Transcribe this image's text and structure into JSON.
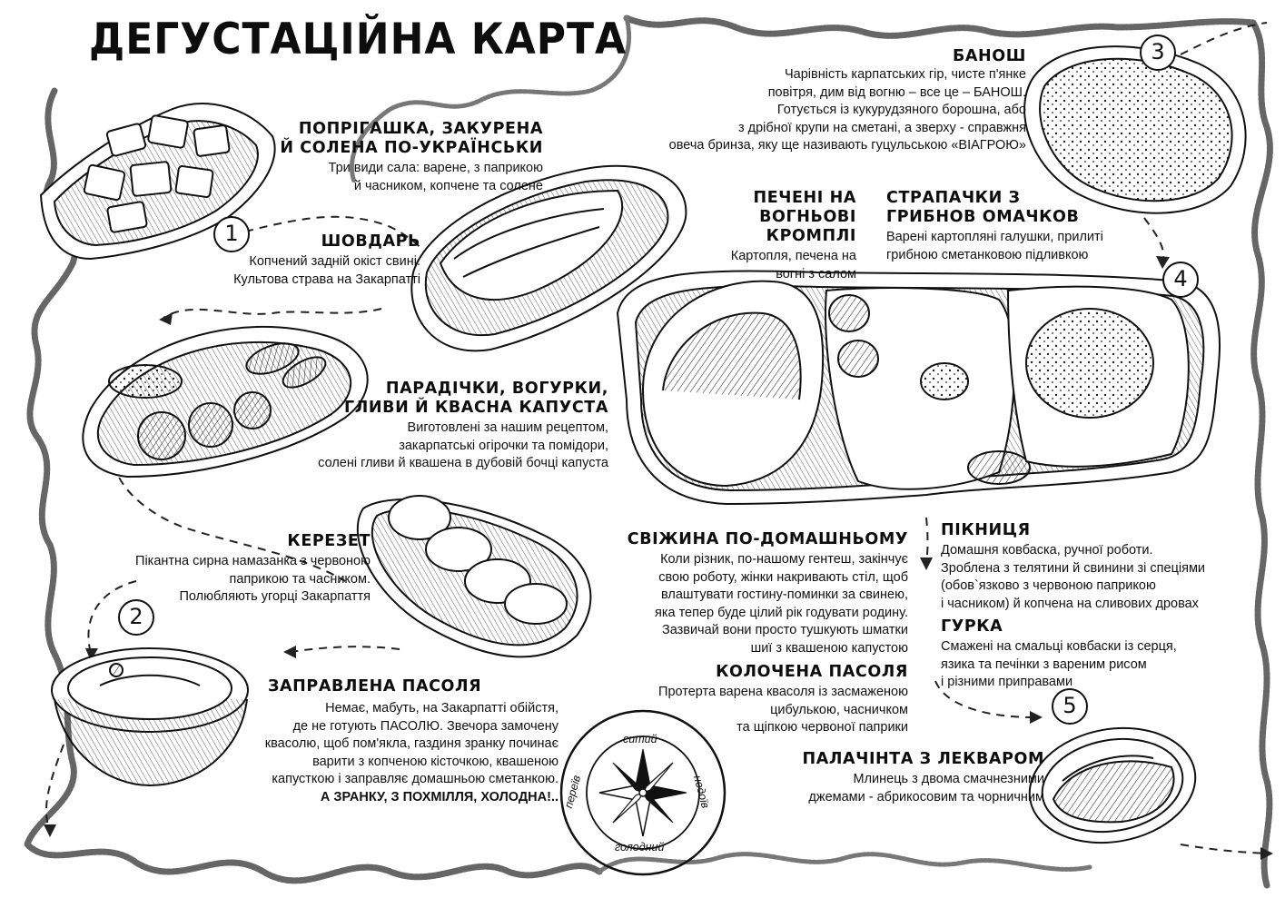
{
  "title": "ДЕГУСТАЦІЙНА КАРТА",
  "dishes": {
    "poprigashka": {
      "name_1": "ПОПРІГАШКА, ЗАКУРЕНА",
      "name_2": "Й СОЛЕНА ПО-УКРАЇНСЬКИ",
      "desc": "Три види сала: варене, з паприкою\nй часником, копчене та солене"
    },
    "shovdar": {
      "name": "ШОВДАРЬ",
      "desc": "Копчений задній окіст свині.\nКультова страва на Закарпатті"
    },
    "paradichky": {
      "name_1": "ПАРАДІЧКИ, ВОГУРКИ,",
      "name_2": "ГЛИВИ Й КВАСНА КАПУСТА",
      "desc": "Виготовлені за нашим рецептом,\nзакарпатські огірочки та помідори,\nсолені гливи й квашена в дубовій бочці капуста"
    },
    "kerezet": {
      "name": "КЕРЕЗЕТ",
      "desc": "Пікантна сирна намазанка з червоною\nпаприкою та часником.\nПолюбляють угорці Закарпаття"
    },
    "pasolia": {
      "name": "ЗАПРАВЛЕНА ПАСОЛЯ",
      "desc": "Немає, мабуть, на Закарпатті обійстя,\nде не готують ПАСОЛЮ. Звечора замочену\nквасолю, щоб пом'якла, газдиня зранку починає\nварити з копченою кісточкою, квашеною\nкапусткою  і заправляє домашньою сметанкою.",
      "desc_bold": "А ЗРАНКУ, З ПОХМІЛЛЯ, ХОЛОДНА!.."
    },
    "banosh": {
      "name": "БАНОШ",
      "desc": "Чарівність карпатських гір, чисте п'янке\nповітря, дим від вогню – все це – БАНОШ.\nГотується із кукурудзяного борошна, або\nз дрібної крупи на сметані, а зверху - справжня\nовеча бринза, яку ще називають гуцульською «ВІАГРОЮ»"
    },
    "pecheni": {
      "name_1": "ПЕЧЕНІ НА",
      "name_2": "ВОГНЬОВІ КРОМПЛІ",
      "desc": "Картопля, печена на\nвогні з салом"
    },
    "strapachky": {
      "name_1": "СТРАПАЧКИ З",
      "name_2": "ГРИБНОВ ОМАЧКОВ",
      "desc": "Варені картопляні галушки, прилиті\nгрибною сметанковою підливкою"
    },
    "svizhyna": {
      "name": "СВІЖИНА ПО-ДОМАШНЬОМУ",
      "desc": "Коли різник, по-нашому гентеш, закінчує\nсвою роботу, жінки накривають стіл, щоб\nвлаштувати гостину-поминки за свинею,\nяка тепер буде цілий рік годувати родину.\nЗазвичай вони просто тушкують шматки\nшиї з квашеною капустою"
    },
    "kolochena": {
      "name": "КОЛОЧЕНА ПАСОЛЯ",
      "desc": "Протерта варена квасоля із засмаженою\nцибулькою, часничком\nта щіпкою червоної паприки"
    },
    "piknytsia": {
      "name": "ПІКНИЦЯ",
      "desc": "Домашня ковбаска, ручної роботи.\nЗроблена з телятини й свинини зі спеціями\n(обов`язково з червоною паприкою\nі часником) й копчена на сливових дровах"
    },
    "hurka": {
      "name": "ГУРКА",
      "desc": "Смажені на смальці ковбаски із серця,\nязика та печінки з вареним рисом\nі різними приправами"
    },
    "palachinta": {
      "name": "ПАЛАЧІНТА З ЛЕКВАРОМ",
      "desc": "Млинець з двома смачнезними\nджемами - абрикосовим та чорничним"
    }
  },
  "steps": [
    "1",
    "2",
    "3",
    "4",
    "5"
  ],
  "compass": {
    "north": "ситий",
    "south": "голодний",
    "west": "переїв",
    "east": "недоїв"
  },
  "colors": {
    "ink": "#111111",
    "paper": "#ffffff",
    "border": "#555555"
  }
}
